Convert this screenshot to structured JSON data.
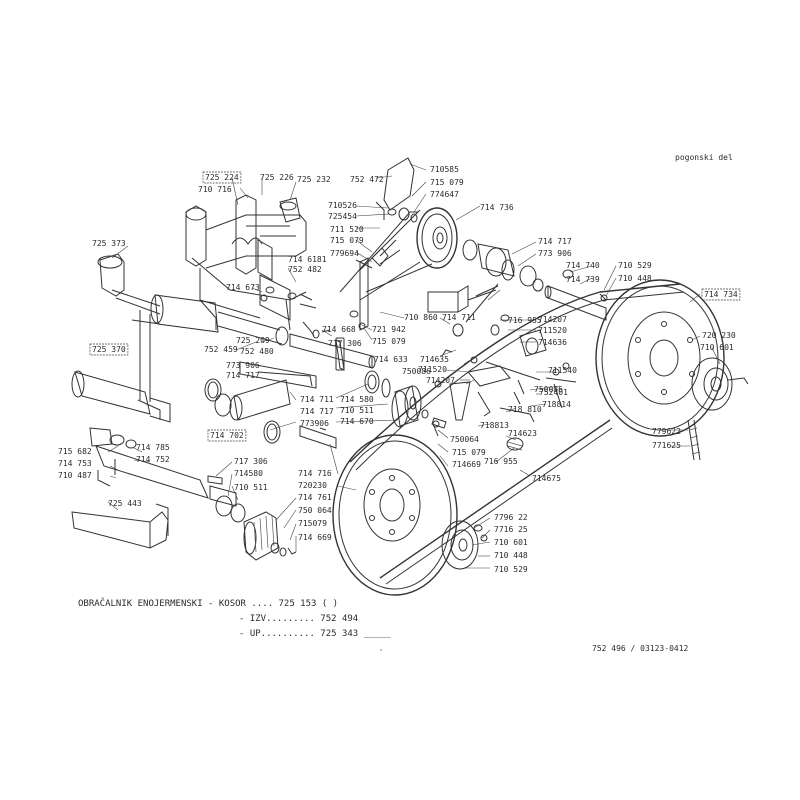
{
  "corner_note": "pogonski del",
  "drawing_number": "752 496 / 03123-0412",
  "footer": {
    "line1": "OBRAČALNIK ENOJERMENSKI - KOSOR .... 725 153 ( )",
    "line2": "- IZV......... 752 494",
    "line3": "- UP.......... 725 343 _____"
  },
  "part_labels": [
    {
      "id": "p01",
      "text": "725 224",
      "boxed": true
    },
    {
      "id": "p02",
      "text": "710 716"
    },
    {
      "id": "p03",
      "text": "725 226"
    },
    {
      "id": "p04",
      "text": "725 232"
    },
    {
      "id": "p05",
      "text": "725 373"
    },
    {
      "id": "p06",
      "text": "714 6181"
    },
    {
      "id": "p07",
      "text": "752 482"
    },
    {
      "id": "p08",
      "text": "714 673"
    },
    {
      "id": "p09",
      "text": "725 370",
      "boxed": true
    },
    {
      "id": "p10",
      "text": "725 209"
    },
    {
      "id": "p11",
      "text": "752 480"
    },
    {
      "id": "p12",
      "text": "752 459"
    },
    {
      "id": "p13",
      "text": "714 668"
    },
    {
      "id": "p14",
      "text": "717 306"
    },
    {
      "id": "p15",
      "text": "773 906"
    },
    {
      "id": "p16",
      "text": "714 717"
    },
    {
      "id": "p17",
      "text": "714 711"
    },
    {
      "id": "p18",
      "text": "714 717"
    },
    {
      "id": "p19",
      "text": "714 702",
      "boxed": true
    },
    {
      "id": "p20",
      "text": "773906"
    },
    {
      "id": "p21",
      "text": "715 682"
    },
    {
      "id": "p22",
      "text": "714 753"
    },
    {
      "id": "p23",
      "text": "710 487"
    },
    {
      "id": "p24",
      "text": "714 785"
    },
    {
      "id": "p25",
      "text": "714 752"
    },
    {
      "id": "p26",
      "text": "717 306"
    },
    {
      "id": "p27",
      "text": "714580"
    },
    {
      "id": "p28",
      "text": "710 511"
    },
    {
      "id": "p29",
      "text": "725 443"
    },
    {
      "id": "p30",
      "text": "752 472"
    },
    {
      "id": "p31",
      "text": "710585"
    },
    {
      "id": "p32",
      "text": "715 079"
    },
    {
      "id": "p33",
      "text": "774647"
    },
    {
      "id": "p34",
      "text": "710526"
    },
    {
      "id": "p35",
      "text": "725454"
    },
    {
      "id": "p36",
      "text": "711 520"
    },
    {
      "id": "p37",
      "text": "715 079"
    },
    {
      "id": "p38",
      "text": "779694"
    },
    {
      "id": "p39",
      "text": "714 736"
    },
    {
      "id": "p40",
      "text": "714 717"
    },
    {
      "id": "p41",
      "text": "773 906"
    },
    {
      "id": "p42",
      "text": "714 740"
    },
    {
      "id": "p43",
      "text": "714 739"
    },
    {
      "id": "p44",
      "text": "710 529"
    },
    {
      "id": "p45",
      "text": "710 448"
    },
    {
      "id": "p46",
      "text": "714 734",
      "boxed": true
    },
    {
      "id": "p47",
      "text": "721 942"
    },
    {
      "id": "p48",
      "text": "715 079"
    },
    {
      "id": "p49",
      "text": "710 860"
    },
    {
      "id": "p50",
      "text": "714 711"
    },
    {
      "id": "p51",
      "text": "716 955"
    },
    {
      "id": "p52",
      "text": "714207"
    },
    {
      "id": "p53",
      "text": "711520"
    },
    {
      "id": "p54",
      "text": "714636"
    },
    {
      "id": "p55",
      "text": "714 633"
    },
    {
      "id": "p56",
      "text": "714635"
    },
    {
      "id": "p57",
      "text": "750086"
    },
    {
      "id": "p58",
      "text": "711520"
    },
    {
      "id": "p59",
      "text": "714207"
    },
    {
      "id": "p60",
      "text": "711540"
    },
    {
      "id": "p61",
      "text": "752401"
    },
    {
      "id": "p62",
      "text": "718 810"
    },
    {
      "id": "p63",
      "text": "718814"
    },
    {
      "id": "p64",
      "text": "750086"
    },
    {
      "id": "p65",
      "text": "718813"
    },
    {
      "id": "p66",
      "text": "714623"
    },
    {
      "id": "p67",
      "text": "716 955"
    },
    {
      "id": "p68",
      "text": "720 230"
    },
    {
      "id": "p69",
      "text": "710 601"
    },
    {
      "id": "p70",
      "text": "779622"
    },
    {
      "id": "p71",
      "text": "771625"
    },
    {
      "id": "p72",
      "text": "714 580"
    },
    {
      "id": "p73",
      "text": "710 511"
    },
    {
      "id": "p74",
      "text": "714 670"
    },
    {
      "id": "p75",
      "text": "750064"
    },
    {
      "id": "p76",
      "text": "715 079"
    },
    {
      "id": "p77",
      "text": "714669"
    },
    {
      "id": "p78",
      "text": "714 716"
    },
    {
      "id": "p79",
      "text": "720230"
    },
    {
      "id": "p80",
      "text": "714 761"
    },
    {
      "id": "p81",
      "text": "750 064"
    },
    {
      "id": "p82",
      "text": "715079"
    },
    {
      "id": "p83",
      "text": "714 669"
    },
    {
      "id": "p84",
      "text": "714675"
    },
    {
      "id": "p85",
      "text": "7796 22"
    },
    {
      "id": "p86",
      "text": "7716 25"
    },
    {
      "id": "p87",
      "text": "710 601"
    },
    {
      "id": "p88",
      "text": "710 448"
    },
    {
      "id": "p89",
      "text": "710 529"
    }
  ]
}
